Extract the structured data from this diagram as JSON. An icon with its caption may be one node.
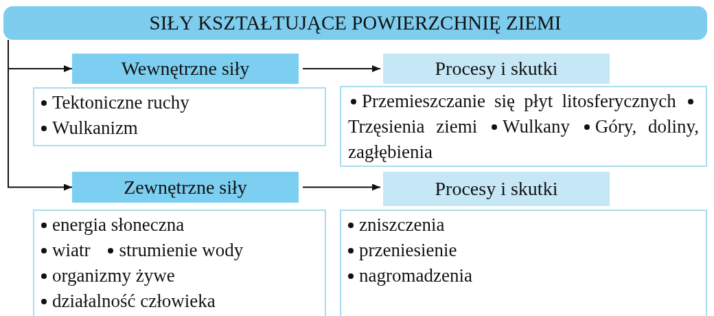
{
  "diagram": {
    "nodes": [
      {
        "text": [
          "SIŁY KSZTAŁTUJĄCE POWIERZCHNIĘ ZIEMI"
        ]
      },
      {
        "text": [
          "Wewnętrzne siły"
        ]
      },
      {
        "text": [
          "Procesy i skutki"
        ]
      },
      {
        "text": [
          "Tektoniczne ruchy",
          "Wulkanizm"
        ]
      },
      {
        "text": [
          "Przemieszczanie się płyt litosferycznych",
          "Trzęsienia ziemi",
          "Wulkany",
          "Góry, doliny, zagłębienia"
        ]
      },
      {
        "text": [
          "Zewnętrzne siły"
        ]
      },
      {
        "text": [
          "Procesy i skutki"
        ]
      },
      {
        "text": [
          "energia słoneczna",
          "wiatr",
          "strumienie wody",
          "organizmy żywe",
          "działalność człowieka"
        ]
      },
      {
        "text": [
          "zniszczenia",
          "przeniesienie",
          "nagromadzenia"
        ]
      }
    ],
    "edges": [
      {
        "from": 0,
        "to": 1,
        "arrow": "to"
      },
      {
        "from": 0,
        "to": 5,
        "arrow": "to"
      },
      {
        "from": 1,
        "to": 2,
        "arrow": "to"
      },
      {
        "from": 5,
        "to": 6,
        "arrow": "to"
      }
    ]
  }
}
